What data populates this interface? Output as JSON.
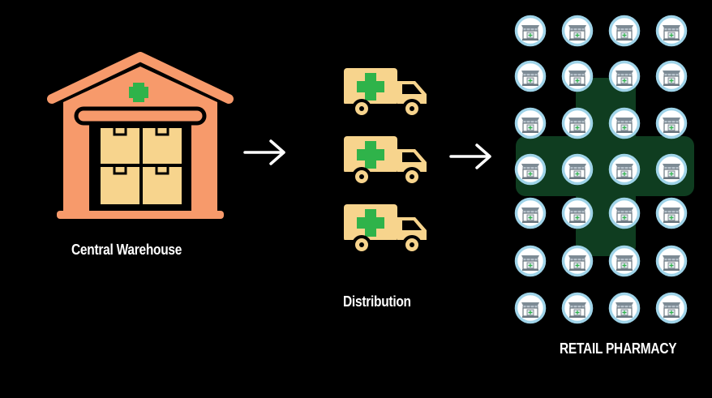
{
  "warehouse": {
    "label": "Central Warehouse",
    "icon": "warehouse-icon"
  },
  "distribution": {
    "label": "Distribution",
    "icon": "ambulance-truck-icon",
    "truck_count": 3
  },
  "retail": {
    "label": "RETAIL PHARMACY",
    "icon": "pharmacy-store-icon",
    "rows": 7,
    "cols": 4
  },
  "colors": {
    "background": "#000000",
    "warehouse_orange": "#f79a6b",
    "box_tan": "#f7d48d",
    "truck_body": "#f7d48d",
    "medical_green": "#2fb34a",
    "big_cross": "#0f3d20",
    "circle_ring": "#9fd3e8"
  }
}
